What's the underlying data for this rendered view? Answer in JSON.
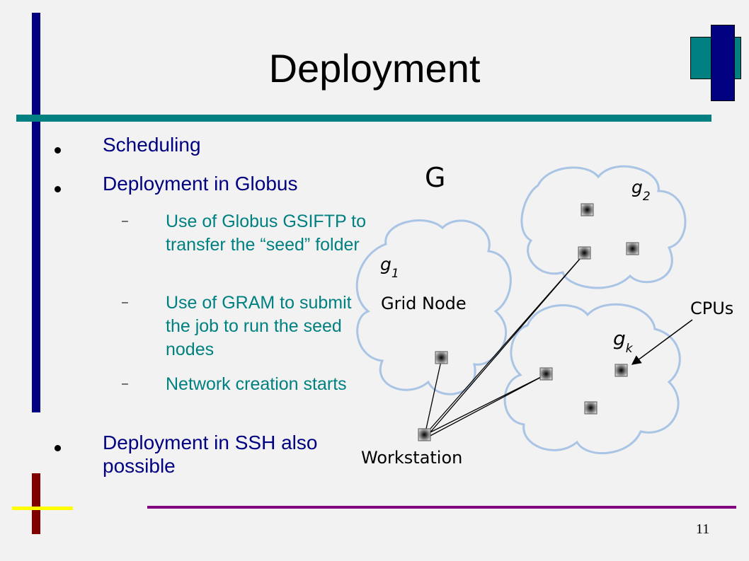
{
  "slide": {
    "title": "Deployment",
    "page_number": "11"
  },
  "bullets": [
    {
      "text": "Scheduling"
    },
    {
      "text": "Deployment in Globus"
    },
    {
      "text": "Deployment in SSH also possible"
    }
  ],
  "sub_bullets": [
    {
      "text": "Use of Globus GSIFTP to transfer the “seed” folder"
    },
    {
      "text": "Use of GRAM to submit the job to run the seed nodes"
    },
    {
      "text": "Network creation starts"
    }
  ],
  "diagram": {
    "graph_label": "G",
    "cloud_g1_label": "g1",
    "cloud_g2_label": "g2",
    "cloud_gk_label": "gk",
    "grid_node_label": "Grid Node",
    "cpus_label": "CPUs",
    "workstation_label": "Workstation"
  },
  "colors": {
    "navy": "#000080",
    "teal": "#008080",
    "purple": "#800080",
    "dark_red": "#800000",
    "yellow": "#ffff00",
    "cloud_stroke": "#a9c4e4",
    "cloud_fill": "#f2f2f2"
  }
}
